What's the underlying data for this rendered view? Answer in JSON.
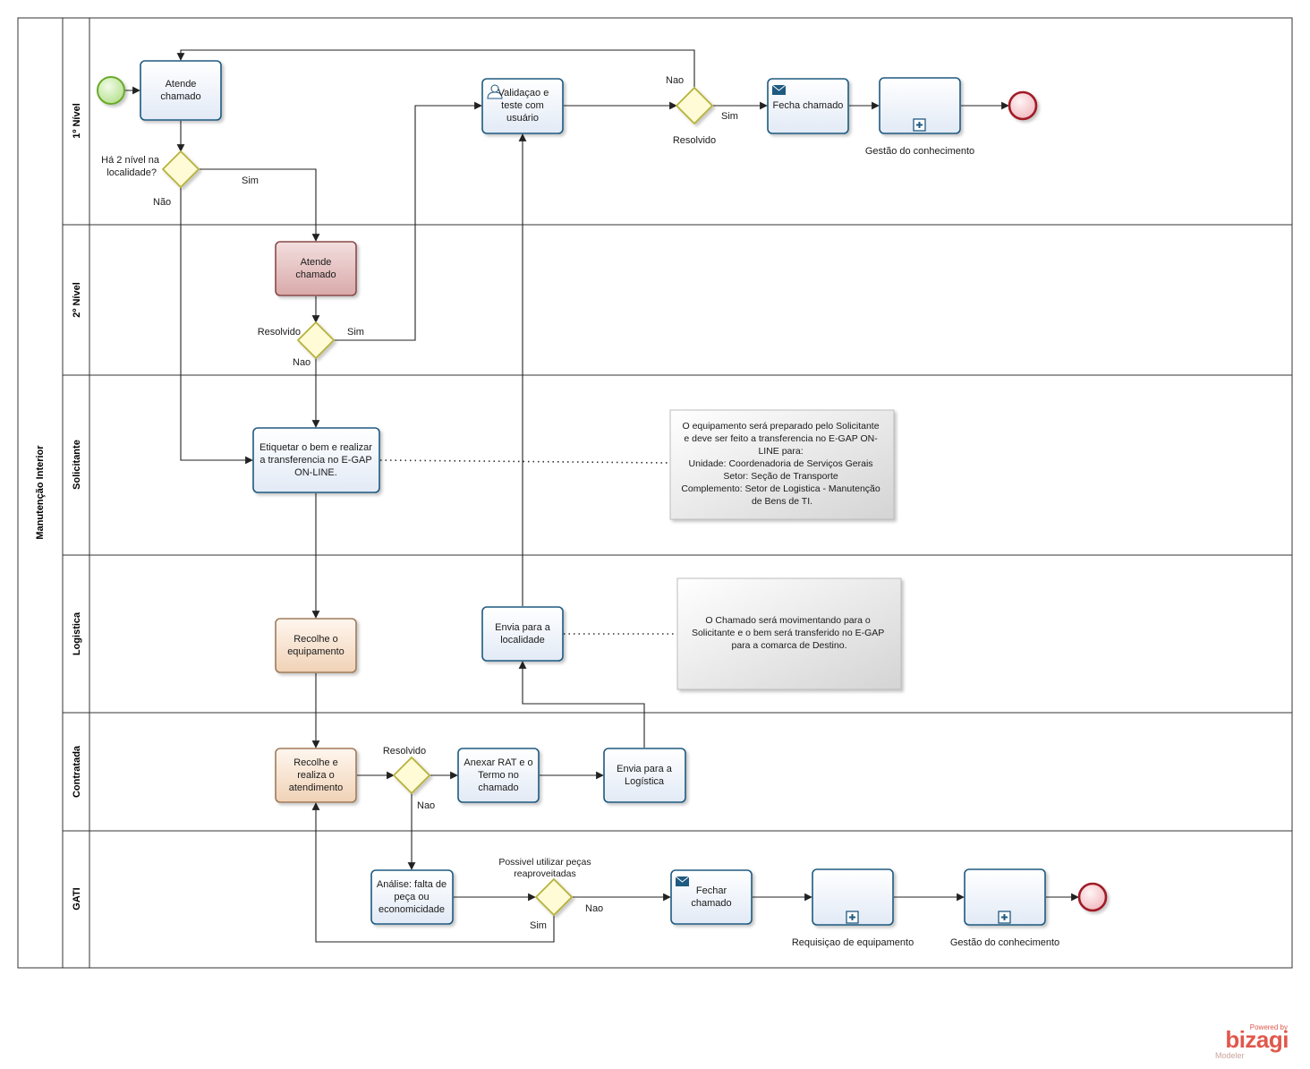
{
  "pool": {
    "title": "Manutenção Interior"
  },
  "lanes": [
    "1º Nível",
    "2º Nível",
    "Solicitante",
    "Logistica",
    "Contratada",
    "GATI"
  ],
  "tasks": {
    "t1": [
      "Atende",
      "chamado"
    ],
    "t2": [
      "Validaçao e",
      "teste com",
      "usuário"
    ],
    "t3": [
      "Fecha chamado"
    ],
    "t4": [
      "Atende",
      "chamado"
    ],
    "t5": [
      "Etiquetar o bem e realizar",
      "a transferencia no E-GAP",
      "ON-LINE."
    ],
    "t6": [
      "Recolhe o",
      "equipamento"
    ],
    "t7": [
      "Envia para a",
      "localidade"
    ],
    "t8": [
      "Recolhe e",
      "realiza o",
      "atendimento"
    ],
    "t9": [
      "Anexar RAT e o",
      "Termo no",
      "chamado"
    ],
    "t10": [
      "Envia para a",
      "Logística"
    ],
    "t11": [
      "Análise: falta de",
      "peça ou",
      "economicidade"
    ],
    "t12": [
      "Fechar",
      "chamado"
    ]
  },
  "subprocesses": {
    "s1": "Gestão do conhecimento",
    "s2": "Requisiçao de equipamento",
    "s3": "Gestão do conhecimento"
  },
  "gateways": {
    "g1": [
      "Há 2 nível na",
      "localidade?"
    ],
    "g2": "Resolvido",
    "g3": "Resolvido",
    "g4": "Resolvido",
    "g5": [
      "Possivel utilizar peças",
      "reaproveitadas"
    ]
  },
  "flow_labels": {
    "g1_yes": "Sim",
    "g1_no": "Não",
    "g2_yes": "Sim",
    "g2_no": "Nao",
    "g3_yes": "Sim",
    "g3_no": "Nao",
    "g4_no": "Nao",
    "g5_yes": "Sim",
    "g5_no": "Nao"
  },
  "notes": {
    "n1": [
      "O equipamento será preparado pelo Solicitante",
      "e deve ser feito a transferencia no E-GAP ON-",
      "LINE para:",
      "Unidade: Coordenadoria de Serviços Gerais",
      "Setor: Seção de Transporte",
      "Complemento: Setor de Logistica - Manutenção",
      "de Bens de TI."
    ],
    "n2": [
      "O Chamado será movimentando para o",
      "Solicitante e o bem será transferido no E-GAP",
      "para a comarca de Destino."
    ]
  },
  "branding": {
    "powered": "Powered by",
    "name": "bizagi",
    "product": "Modeler"
  },
  "colors": {
    "task_stroke": "#1f5a80",
    "task_fill": "#ffffff",
    "task_fill_end": "#e4ecf6",
    "red_stroke": "#8a4a4a",
    "red_fill": "#e2b8b8",
    "orange_stroke": "#a07a5a",
    "orange_fill": "#f3dcc6",
    "gateway_stroke": "#b7b23a",
    "gateway_fill": "#fffbd6",
    "start_stroke": "#6aaa2a",
    "start_fill": "#c8ecb0",
    "end_stroke": "#a01a28",
    "end_fill": "#f4d0d4",
    "brand": "#e0584c"
  }
}
